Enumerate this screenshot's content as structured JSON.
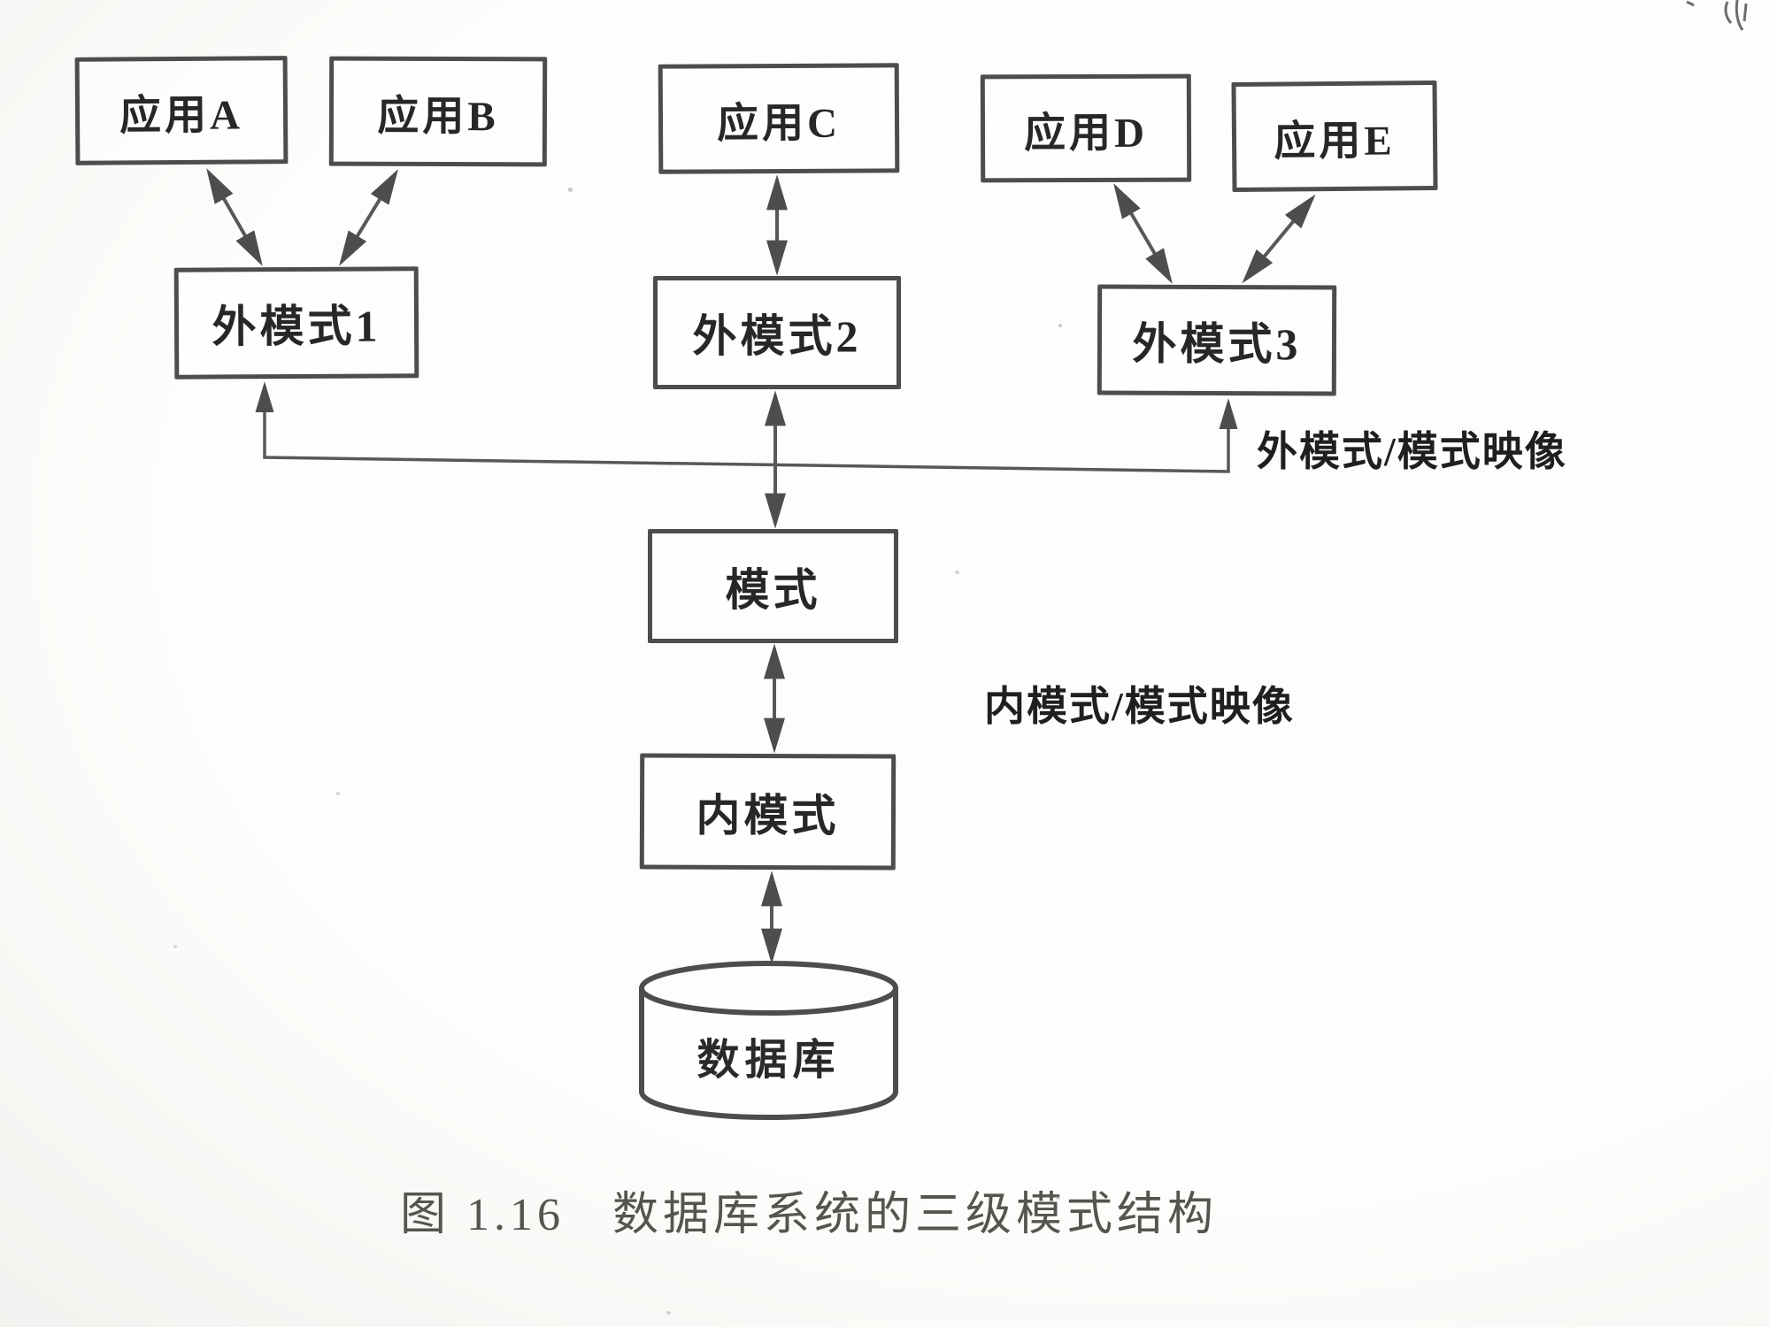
{
  "figure": {
    "caption_prefix": "图 1.16",
    "caption_title": "数据库系统的三级模式结构",
    "nodes": {
      "app_a": "应用A",
      "app_b": "应用B",
      "app_c": "应用C",
      "app_d": "应用D",
      "app_e": "应用E",
      "ext1": "外模式1",
      "ext2": "外模式2",
      "ext3": "外模式3",
      "schema": "模式",
      "internal": "内模式",
      "database": "数据库"
    },
    "labels": {
      "ext_mapping": "外模式/模式映像",
      "int_mapping": "内模式/模式映像"
    },
    "colors": {
      "line": "#4d4d4d",
      "text": "#272727",
      "paper": "#fdfdfb"
    }
  }
}
